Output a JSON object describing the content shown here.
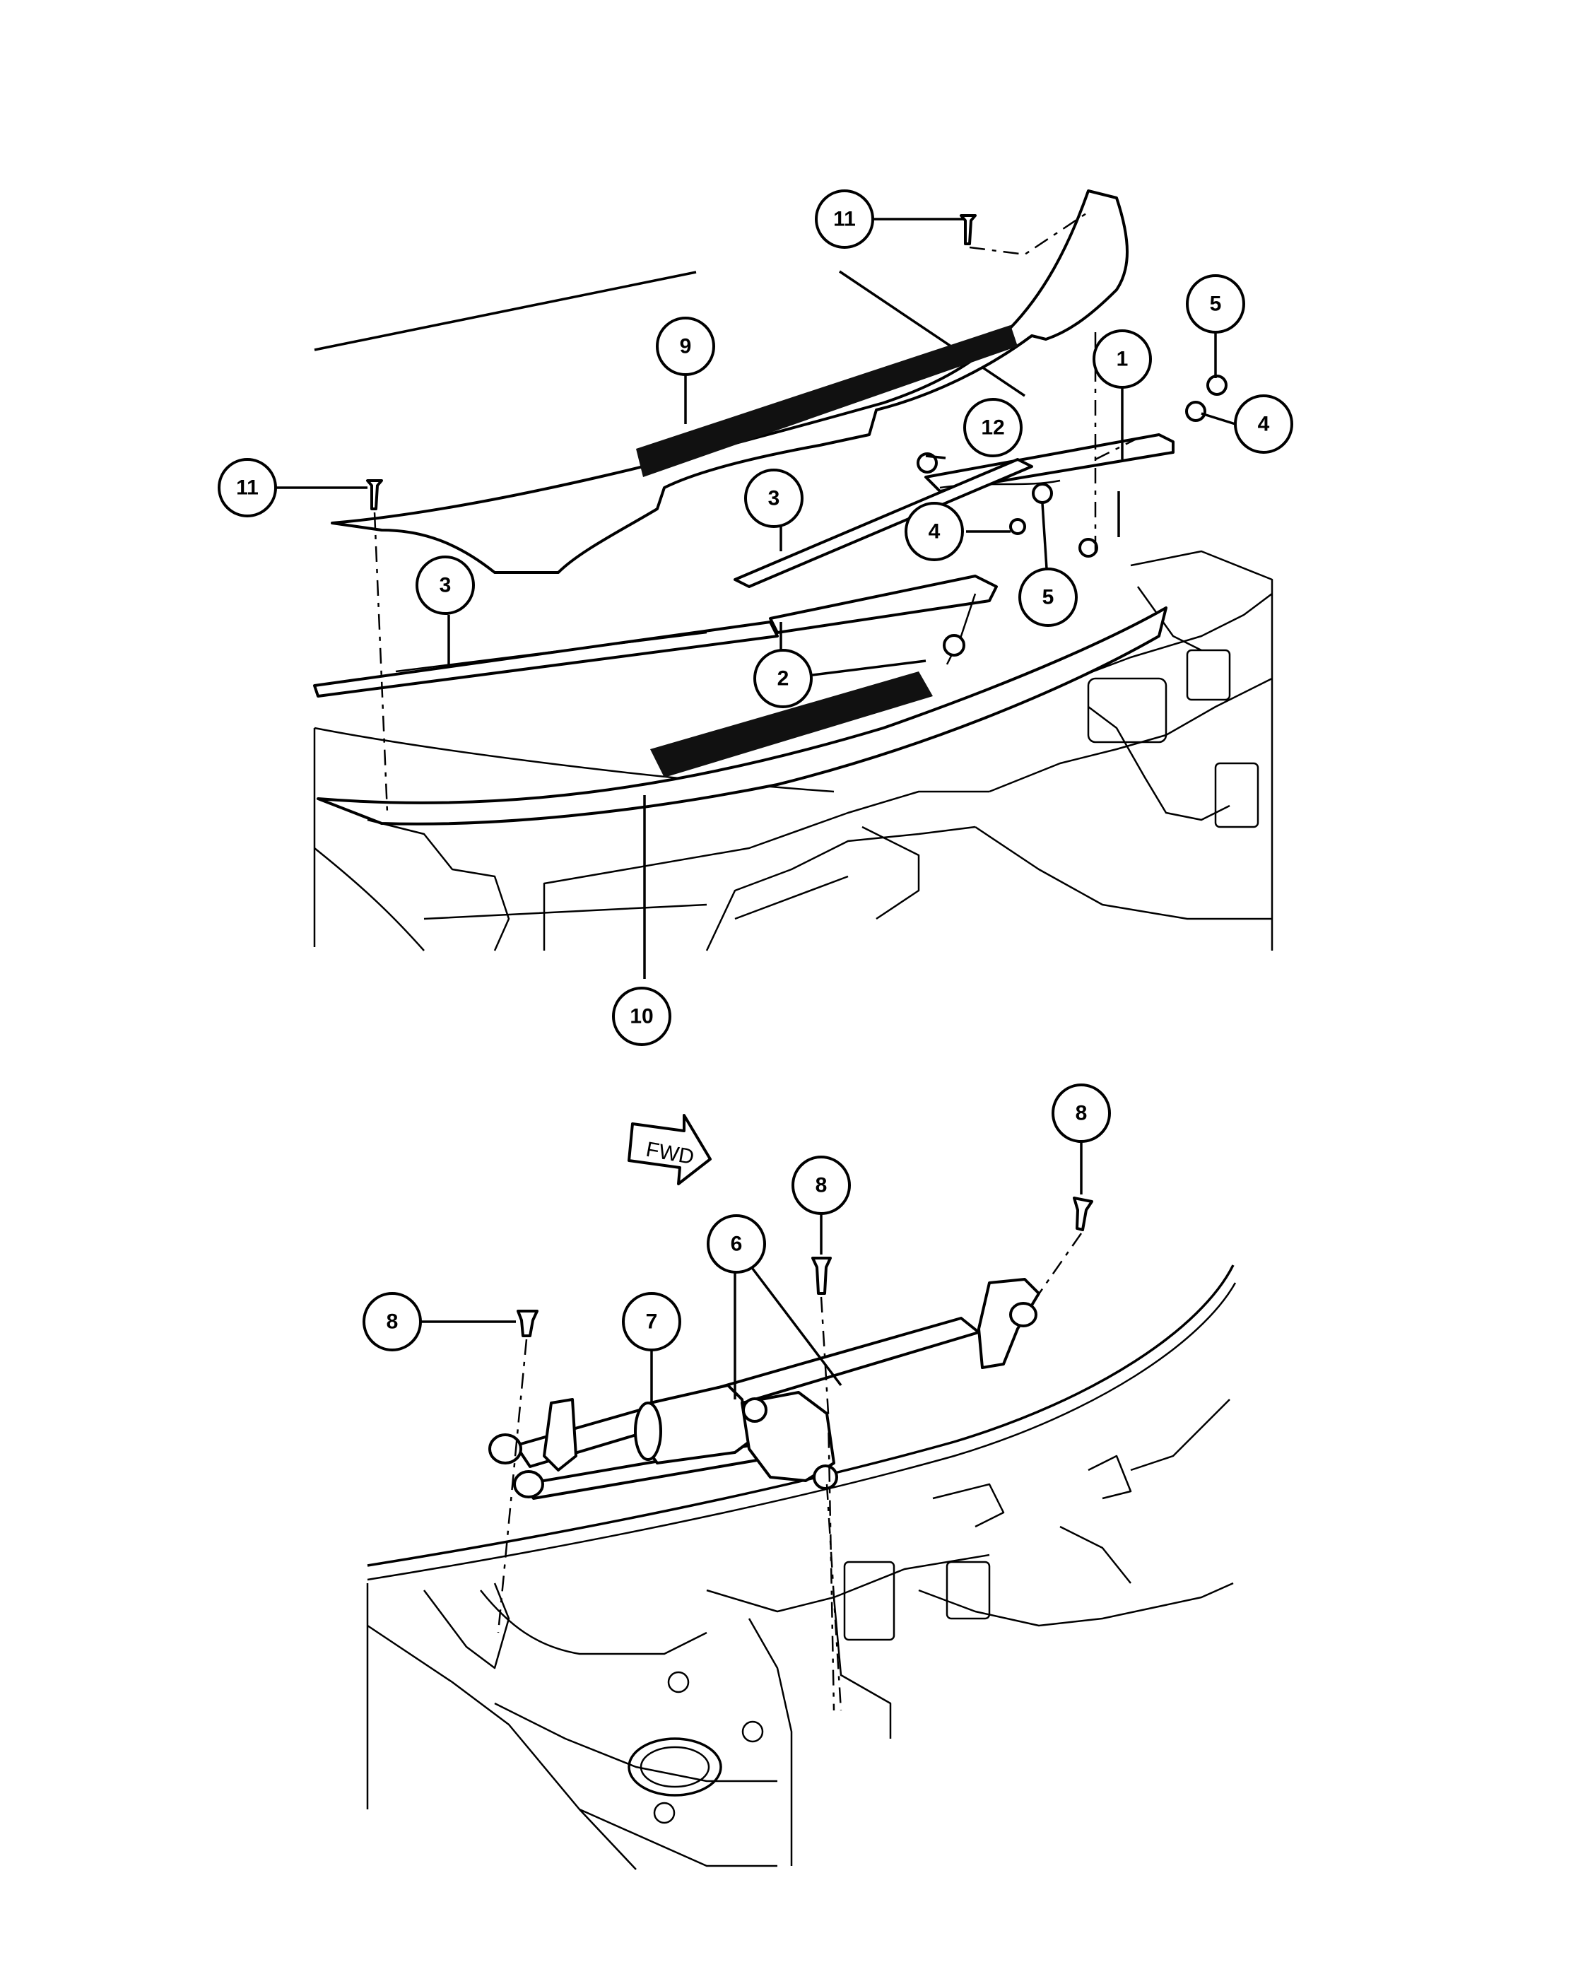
{
  "diagram": {
    "top_callouts": {
      "c1": "1",
      "c2": "2",
      "c3a": "3",
      "c3b": "3",
      "c4a": "4",
      "c4b": "4",
      "c5a": "5",
      "c5b": "5",
      "c9": "9",
      "c10": "10",
      "c11a": "11",
      "c11b": "11",
      "c12": "12"
    },
    "bottom_callouts": {
      "c6": "6",
      "c7": "7",
      "c8a": "8",
      "c8b": "8",
      "c8c": "8"
    },
    "fwd_label": "FWD"
  }
}
